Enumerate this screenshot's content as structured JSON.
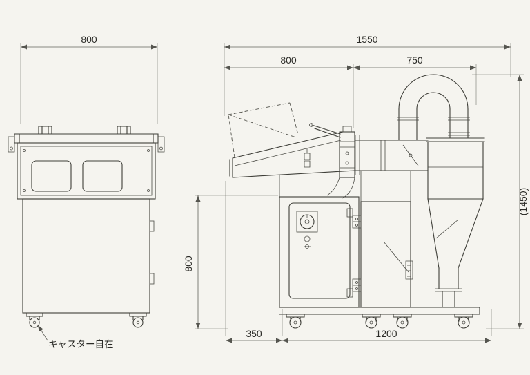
{
  "page": {
    "background": "#f5f4ef",
    "object_line_color": "#3f3f39",
    "dimension_line_color": "#63635c"
  },
  "dimensions": {
    "front_width": "800",
    "overall_width": "1550",
    "upper_left_width": "800",
    "upper_right_width": "750",
    "overall_height": "(1450)",
    "body_height": "800",
    "bottom_offset": "350",
    "base_width": "1200"
  },
  "labels": {
    "caster_note": "キャスター自在"
  }
}
